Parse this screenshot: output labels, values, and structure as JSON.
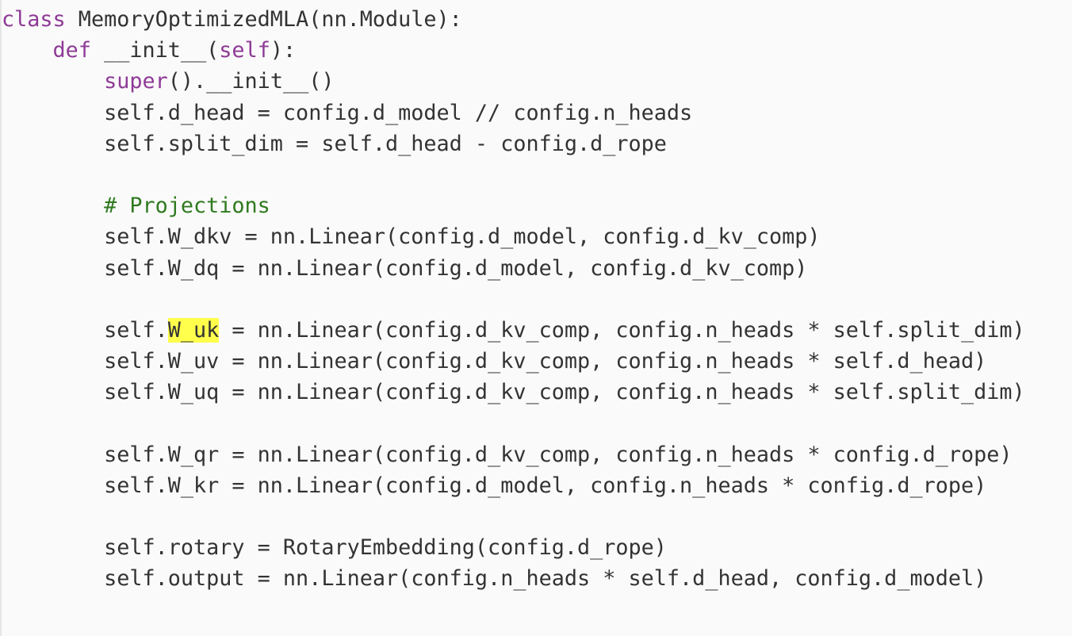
{
  "code": {
    "lines": [
      [
        {
          "t": "class",
          "k": "kw"
        },
        {
          "t": " MemoryOptimizedMLA(nn.Module):"
        }
      ],
      [
        {
          "t": "    "
        },
        {
          "t": "def",
          "k": "kw"
        },
        {
          "t": " __init__("
        },
        {
          "t": "self",
          "k": "kw"
        },
        {
          "t": "):"
        }
      ],
      [
        {
          "t": "        "
        },
        {
          "t": "super",
          "k": "kw"
        },
        {
          "t": "().__init__()"
        }
      ],
      [
        {
          "t": "        self.d_head = config.d_model // config.n_heads"
        }
      ],
      [
        {
          "t": "        self.split_dim = self.d_head - config.d_rope"
        }
      ],
      [],
      [
        {
          "t": "        "
        },
        {
          "t": "# Projections",
          "k": "cm"
        }
      ],
      [
        {
          "t": "        self.W_dkv = nn.Linear(config.d_model, config.d_kv_comp)"
        }
      ],
      [
        {
          "t": "        self.W_dq = nn.Linear(config.d_model, config.d_kv_comp)"
        }
      ],
      [],
      [
        {
          "t": "        self."
        },
        {
          "t": "W_uk",
          "k": "hl"
        },
        {
          "t": " = nn.Linear(config.d_kv_comp, config.n_heads * self.split_dim)"
        }
      ],
      [
        {
          "t": "        self.W_uv = nn.Linear(config.d_kv_comp, config.n_heads * self.d_head)"
        }
      ],
      [
        {
          "t": "        self.W_uq = nn.Linear(config.d_kv_comp, config.n_heads * self.split_dim)"
        }
      ],
      [],
      [
        {
          "t": "        self.W_qr = nn.Linear(config.d_kv_comp, config.n_heads * config.d_rope)"
        }
      ],
      [
        {
          "t": "        self.W_kr = nn.Linear(config.d_model, config.n_heads * config.d_rope)"
        }
      ],
      [],
      [
        {
          "t": "        self.rotary = RotaryEmbedding(config.d_rope)"
        }
      ],
      [
        {
          "t": "        self.output = nn.Linear(config.n_heads * self.d_head, config.d_model)"
        }
      ]
    ]
  },
  "colors": {
    "keyword": "#8e3a96",
    "comment": "#2f7a1f",
    "text": "#333333",
    "highlight": "#ffff4c",
    "background": "#fafafa"
  }
}
